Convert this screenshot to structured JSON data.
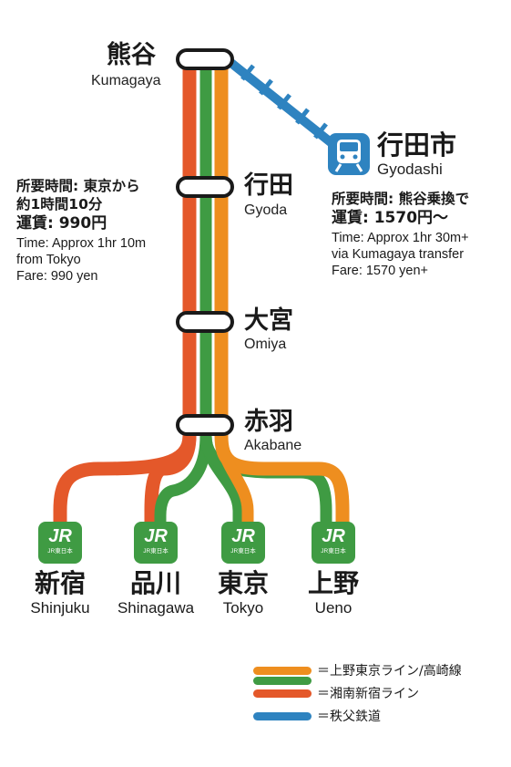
{
  "colors": {
    "orange": "#ee8e1f",
    "green": "#3f9b43",
    "red": "#e4582a",
    "blue": "#2e83c0",
    "jr_green": "#3f9b43"
  },
  "stations": {
    "kumagaya": {
      "kanji": "熊谷",
      "romaji": "Kumagaya"
    },
    "gyoda": {
      "kanji": "行田",
      "romaji": "Gyoda"
    },
    "omiya": {
      "kanji": "大宮",
      "romaji": "Omiya"
    },
    "akabane": {
      "kanji": "赤羽",
      "romaji": "Akabane"
    },
    "gyodashi": {
      "kanji": "行田市",
      "romaji": "Gyodashi",
      "icon": "train-icon"
    }
  },
  "destinations": [
    {
      "kanji": "新宿",
      "romaji": "Shinjuku",
      "badge": "JR",
      "badge_sub": "JR東日本"
    },
    {
      "kanji": "品川",
      "romaji": "Shinagawa",
      "badge": "JR",
      "badge_sub": "JR東日本"
    },
    {
      "kanji": "東京",
      "romaji": "Tokyo",
      "badge": "JR",
      "badge_sub": "JR東日本"
    },
    {
      "kanji": "上野",
      "romaji": "Ueno",
      "badge": "JR",
      "badge_sub": "JR東日本"
    }
  ],
  "info_left": {
    "jp_line1": "所要時間: 東京から",
    "jp_line2": "約1時間10分",
    "jp_line3": "運賃: 990円",
    "en_line1": "Time: Approx 1hr 10m",
    "en_line2": "from Tokyo",
    "en_line3": "Fare: 990 yen"
  },
  "info_right": {
    "jp_line1": "所要時間: 熊谷乗換で",
    "jp_line2": "運賃: 1570円〜",
    "en_line1": "Time: Approx 1hr 30m+",
    "en_line2": "via Kumagaya transfer",
    "en_line3": "Fare: 1570 yen+"
  },
  "legend": [
    {
      "label": "＝上野東京ライン/高崎線",
      "color": "#ee8e1f"
    },
    {
      "label": "＝湘南新宿ライン",
      "color": "#e4582a"
    },
    {
      "label": "＝秩父鉄道",
      "color": "#2e83c0"
    }
  ]
}
